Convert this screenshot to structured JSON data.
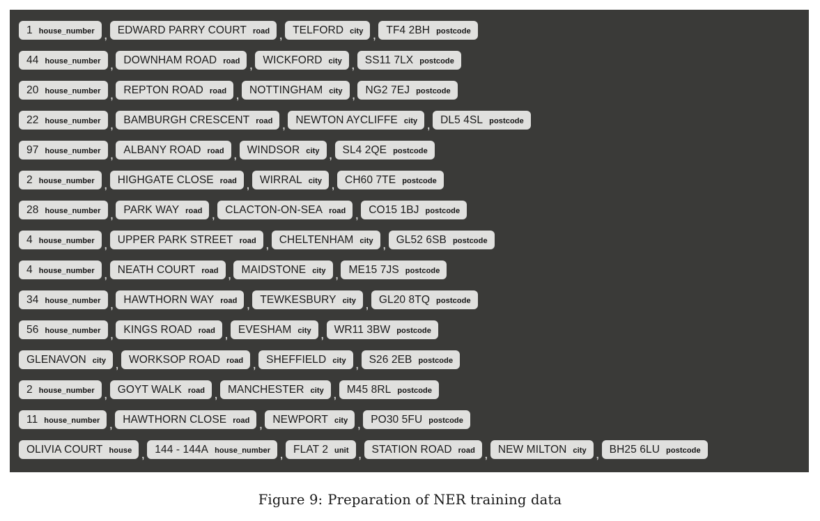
{
  "figure": {
    "caption_label": "Figure 9:",
    "caption_text": "Preparation of NER training data",
    "panel_background": "#3a3a38",
    "chip_background": "#e0e0de",
    "chip_text_color": "#1b1b1b",
    "separator": ","
  },
  "rows": [
    {
      "entities": [
        {
          "text": "1",
          "label": "house_number"
        },
        {
          "text": "EDWARD PARRY COURT",
          "label": "road"
        },
        {
          "text": "TELFORD",
          "label": "city"
        },
        {
          "text": "TF4 2BH",
          "label": "postcode"
        }
      ]
    },
    {
      "entities": [
        {
          "text": "44",
          "label": "house_number"
        },
        {
          "text": "DOWNHAM ROAD",
          "label": "road"
        },
        {
          "text": "WICKFORD",
          "label": "city"
        },
        {
          "text": "SS11 7LX",
          "label": "postcode"
        }
      ]
    },
    {
      "entities": [
        {
          "text": "20",
          "label": "house_number"
        },
        {
          "text": "REPTON ROAD",
          "label": "road"
        },
        {
          "text": "NOTTINGHAM",
          "label": "city"
        },
        {
          "text": "NG2 7EJ",
          "label": "postcode"
        }
      ]
    },
    {
      "entities": [
        {
          "text": "22",
          "label": "house_number"
        },
        {
          "text": "BAMBURGH CRESCENT",
          "label": "road"
        },
        {
          "text": "NEWTON AYCLIFFE",
          "label": "city"
        },
        {
          "text": "DL5 4SL",
          "label": "postcode"
        }
      ]
    },
    {
      "entities": [
        {
          "text": "97",
          "label": "house_number"
        },
        {
          "text": "ALBANY ROAD",
          "label": "road"
        },
        {
          "text": "WINDSOR",
          "label": "city"
        },
        {
          "text": "SL4 2QE",
          "label": "postcode"
        }
      ]
    },
    {
      "entities": [
        {
          "text": "2",
          "label": "house_number"
        },
        {
          "text": "HIGHGATE CLOSE",
          "label": "road"
        },
        {
          "text": "WIRRAL",
          "label": "city"
        },
        {
          "text": "CH60 7TE",
          "label": "postcode"
        }
      ]
    },
    {
      "entities": [
        {
          "text": "28",
          "label": "house_number"
        },
        {
          "text": "PARK WAY",
          "label": "road"
        },
        {
          "text": "CLACTON-ON-SEA",
          "label": "road"
        },
        {
          "text": "CO15 1BJ",
          "label": "postcode"
        }
      ]
    },
    {
      "entities": [
        {
          "text": "4",
          "label": "house_number"
        },
        {
          "text": "UPPER PARK STREET",
          "label": "road"
        },
        {
          "text": "CHELTENHAM",
          "label": "city"
        },
        {
          "text": "GL52 6SB",
          "label": "postcode"
        }
      ]
    },
    {
      "entities": [
        {
          "text": "4",
          "label": "house_number"
        },
        {
          "text": "NEATH COURT",
          "label": "road"
        },
        {
          "text": "MAIDSTONE",
          "label": "city"
        },
        {
          "text": "ME15 7JS",
          "label": "postcode"
        }
      ]
    },
    {
      "entities": [
        {
          "text": "34",
          "label": "house_number"
        },
        {
          "text": "HAWTHORN WAY",
          "label": "road"
        },
        {
          "text": "TEWKESBURY",
          "label": "city"
        },
        {
          "text": "GL20 8TQ",
          "label": "postcode"
        }
      ]
    },
    {
      "entities": [
        {
          "text": "56",
          "label": "house_number"
        },
        {
          "text": "KINGS ROAD",
          "label": "road"
        },
        {
          "text": "EVESHAM",
          "label": "city"
        },
        {
          "text": "WR11 3BW",
          "label": "postcode"
        }
      ]
    },
    {
      "entities": [
        {
          "text": "GLENAVON",
          "label": "city"
        },
        {
          "text": "WORKSOP ROAD",
          "label": "road"
        },
        {
          "text": "SHEFFIELD",
          "label": "city"
        },
        {
          "text": "S26 2EB",
          "label": "postcode"
        }
      ]
    },
    {
      "entities": [
        {
          "text": "2",
          "label": "house_number"
        },
        {
          "text": "GOYT WALK",
          "label": "road"
        },
        {
          "text": "MANCHESTER",
          "label": "city"
        },
        {
          "text": "M45 8RL",
          "label": "postcode"
        }
      ]
    },
    {
      "entities": [
        {
          "text": "11",
          "label": "house_number"
        },
        {
          "text": "HAWTHORN CLOSE",
          "label": "road"
        },
        {
          "text": "NEWPORT",
          "label": "city"
        },
        {
          "text": "PO30 5FU",
          "label": "postcode"
        }
      ]
    },
    {
      "entities": [
        {
          "text": "OLIVIA COURT",
          "label": "house"
        },
        {
          "text": "144 - 144A",
          "label": "house_number"
        },
        {
          "text": "FLAT 2",
          "label": "unit"
        },
        {
          "text": "STATION ROAD",
          "label": "road"
        },
        {
          "text": "NEW MILTON",
          "label": "city"
        },
        {
          "text": "BH25 6LU",
          "label": "postcode"
        }
      ]
    }
  ]
}
